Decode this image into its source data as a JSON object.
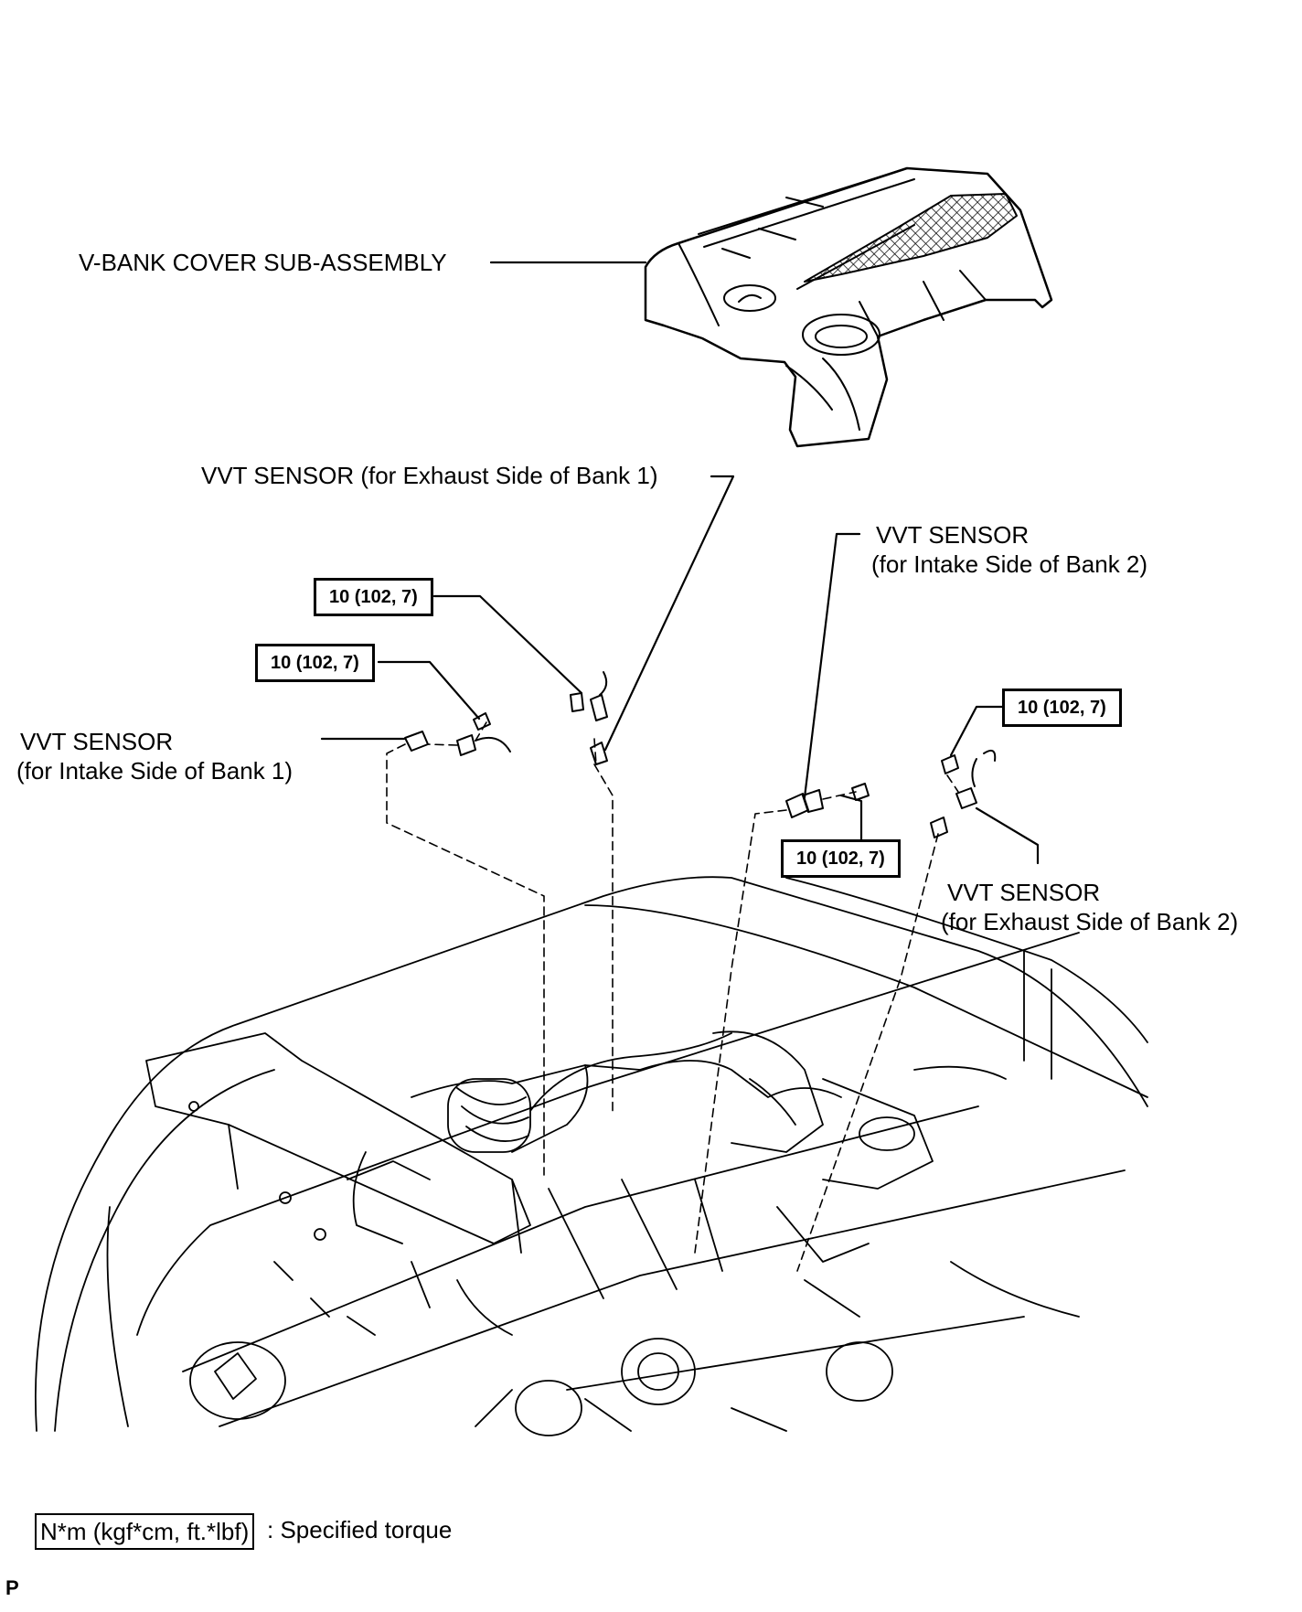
{
  "labels": {
    "vbank_cover": "V-BANK COVER SUB-ASSEMBLY",
    "exhaust_b1": "VVT SENSOR (for Exhaust Side of Bank 1)",
    "intake_b2_line1": "VVT SENSOR",
    "intake_b2_line2": "(for Intake Side of Bank 2)",
    "intake_b1_line1": "VVT SENSOR",
    "intake_b1_line2": "(for Intake Side of Bank 1)",
    "exhaust_b2_line1": "VVT SENSOR",
    "exhaust_b2_line2": "(for Exhaust Side of Bank 2)"
  },
  "torque_specs": [
    "10 (102, 7)",
    "10 (102, 7)",
    "10 (102, 7)",
    "10 (102, 7)"
  ],
  "legend": {
    "box_text": "N*m (kgf*cm, ft.*lbf)",
    "description": ": Specified torque"
  },
  "corner_mark": "P"
}
